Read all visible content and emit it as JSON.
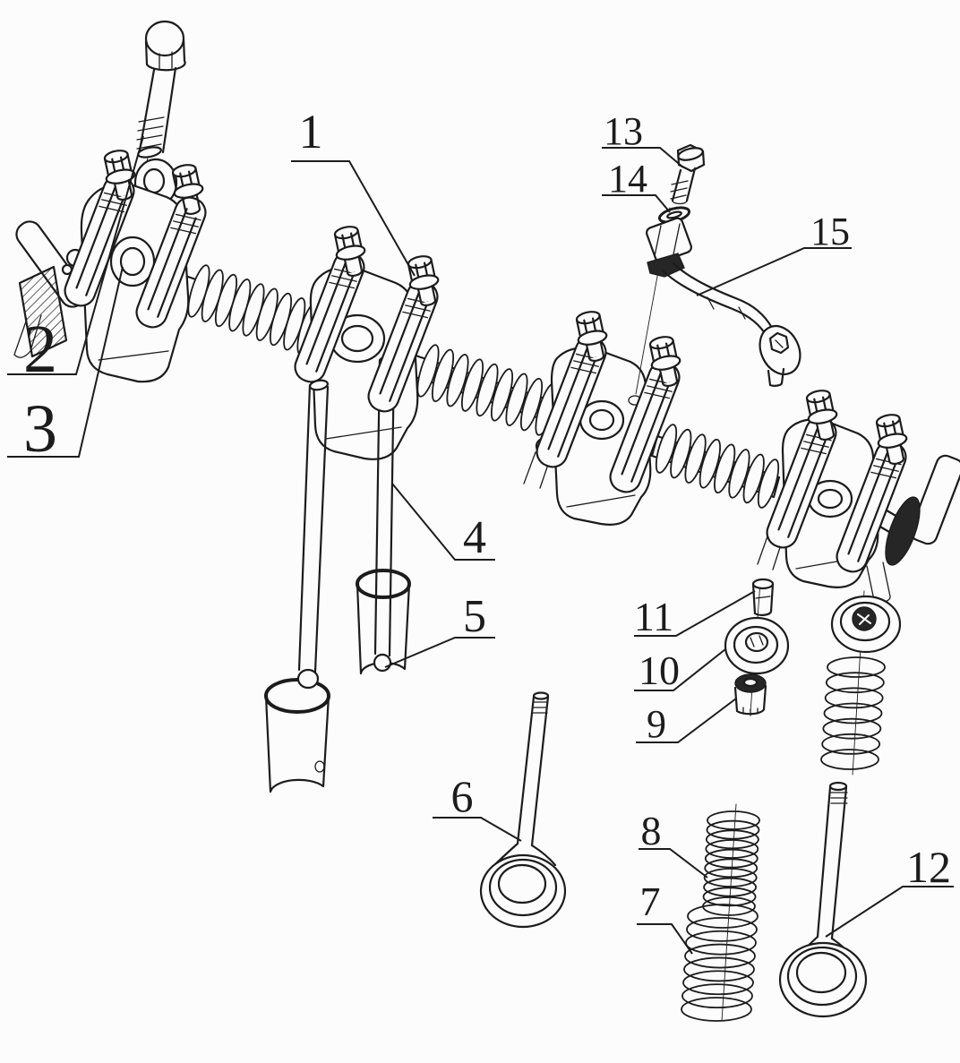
{
  "figure": {
    "kind": "exploded parts line diagram",
    "colors": {
      "background": "#fcfcfc",
      "ink": "#1c1c1c",
      "dark_fill": "#262626"
    }
  },
  "callouts": [
    {
      "number": "1"
    },
    {
      "number": "2"
    },
    {
      "number": "3"
    },
    {
      "number": "4"
    },
    {
      "number": "5"
    },
    {
      "number": "6"
    },
    {
      "number": "7"
    },
    {
      "number": "8"
    },
    {
      "number": "9"
    },
    {
      "number": "10"
    },
    {
      "number": "11"
    },
    {
      "number": "12"
    },
    {
      "number": "13"
    },
    {
      "number": "14"
    },
    {
      "number": "15"
    }
  ]
}
